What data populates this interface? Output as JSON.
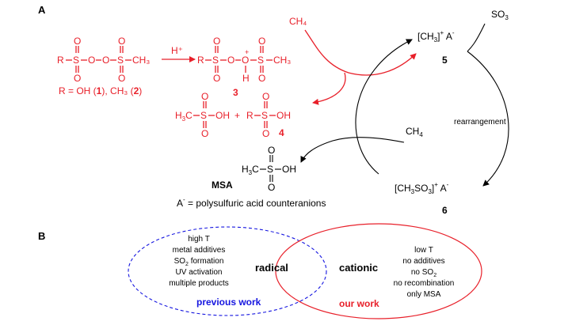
{
  "panel_a": {
    "label": "A",
    "reactant": {
      "r_group": "R",
      "methyl_end": "CH₃",
      "definition_prefix": "R = OH (",
      "label_1": "1",
      "definition_mid": "), CH₃ (",
      "label_2": "2",
      "definition_suffix": ")"
    },
    "acid_label": "H⁺",
    "protonated": {
      "r_group": "R",
      "h_atom": "H",
      "plus": "+",
      "methyl_end": "CH₃",
      "label": "3"
    },
    "products": {
      "msa_fragment": "H₃C–S–OH",
      "plus": "+",
      "rso3h_fragment": "R–S–OH",
      "label_4": "4"
    },
    "methane_top": "CH₄",
    "cation_5": {
      "text": "[CH₃]⁺ A⁻",
      "label": "5"
    },
    "so3": "SO₃",
    "rearrangement": "rearrangement",
    "methane_cycle": "CH₄",
    "cation_6": {
      "text": "[CH₃SO₃]⁺ A⁻",
      "label": "6"
    },
    "msa": {
      "label": "MSA",
      "fragment": "H₃C–S–OH"
    },
    "counterion_note": "A⁻ = polysulfuric acid counteranions"
  },
  "panel_b": {
    "label": "B",
    "left_items": [
      "high T",
      "metal additives",
      "SO₂ formation",
      "UV activation",
      "multiple products"
    ],
    "left_center": "radical",
    "left_caption": "previous work",
    "right_center": "cationic",
    "right_items": [
      "low T",
      "no additives",
      "no SO₂",
      "no recombination",
      "only MSA"
    ],
    "right_caption": "our work",
    "colors": {
      "previous": "#1616e0",
      "ours": "#e8202a"
    }
  }
}
